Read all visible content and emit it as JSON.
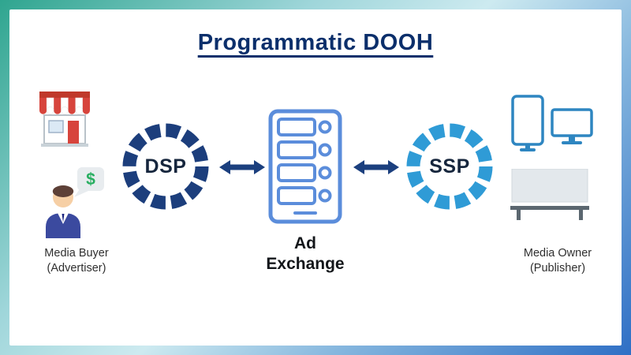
{
  "title": "Programmatic DOOH",
  "nodes": {
    "dsp": {
      "label": "DSP"
    },
    "ad_exchange": {
      "line1": "Ad",
      "line2": "Exchange"
    },
    "ssp": {
      "label": "SSP"
    }
  },
  "captions": {
    "media_buyer": {
      "line1": "Media Buyer",
      "line2": "(Advertiser)"
    },
    "media_owner": {
      "line1": "Media Owner",
      "line2": "(Publisher)"
    }
  },
  "bubble": {
    "dollar": "$"
  },
  "icons": {
    "left": [
      "storefront-icon",
      "advertiser-person-icon",
      "dollar-bubble-icon"
    ],
    "center": [
      "server-stack-icon"
    ],
    "connectors": [
      "double-arrow-icon",
      "double-arrow-icon"
    ],
    "right": [
      "digital-signage-icon",
      "desktop-monitor-icon",
      "tv-console-icon"
    ]
  },
  "colors": {
    "title": "#0b2f6b",
    "dsp_ring": "#1c3e7c",
    "ssp_ring": "#2f9bd6",
    "server_outline": "#5b8ddb",
    "arrow": "#1b3f7e",
    "awning_red": "#d7443c",
    "dollar_green": "#27ae60",
    "background_gradient": [
      "#2fa58f",
      "#cdeaf0",
      "#2f6fc5"
    ]
  }
}
